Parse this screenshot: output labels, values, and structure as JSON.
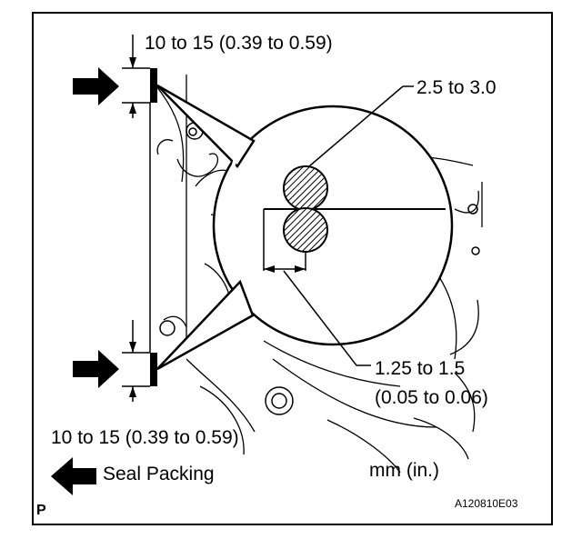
{
  "labels": {
    "top_dimension": "10 to 15 (0.39 to 0.59)",
    "bottom_dimension": "10 to 15 (0.39 to 0.59)",
    "bead_diameter": "2.5 to 3.0",
    "bead_offset_line1": "1.25 to 1.5",
    "bead_offset_line2": "(0.05 to 0.06)",
    "legend_seal_packing": "Seal Packing",
    "units": "mm (in.)",
    "corner_code": "P",
    "figure_id": "A120810E03"
  },
  "colors": {
    "line": "#000000",
    "background": "#ffffff"
  },
  "icons": {
    "insertion_arrow": "right-arrow-icon",
    "legend_arrow": "left-arrow-icon"
  }
}
